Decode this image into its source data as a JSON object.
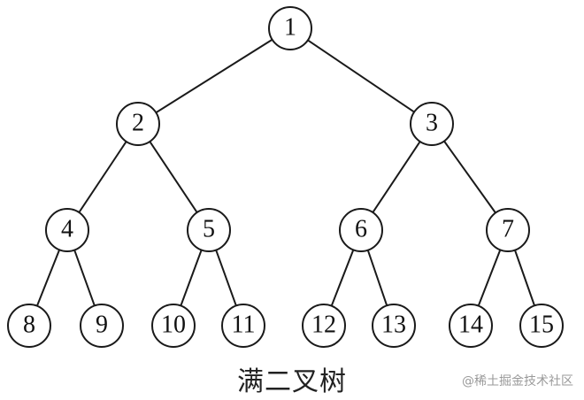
{
  "diagram": {
    "caption": "满二叉树",
    "nodes": [
      "1",
      "2",
      "3",
      "4",
      "5",
      "6",
      "7",
      "8",
      "9",
      "10",
      "11",
      "12",
      "13",
      "14",
      "15"
    ],
    "edges": [
      [
        1,
        2
      ],
      [
        1,
        3
      ],
      [
        2,
        4
      ],
      [
        2,
        5
      ],
      [
        3,
        6
      ],
      [
        3,
        7
      ],
      [
        4,
        8
      ],
      [
        4,
        9
      ],
      [
        5,
        10
      ],
      [
        5,
        11
      ],
      [
        6,
        12
      ],
      [
        6,
        13
      ],
      [
        7,
        14
      ],
      [
        7,
        15
      ]
    ],
    "colors": {
      "stroke": "#1a1a1a",
      "fill": "#ffffff",
      "text": "#111111"
    }
  },
  "watermark": "@稀土掘金技术社区"
}
